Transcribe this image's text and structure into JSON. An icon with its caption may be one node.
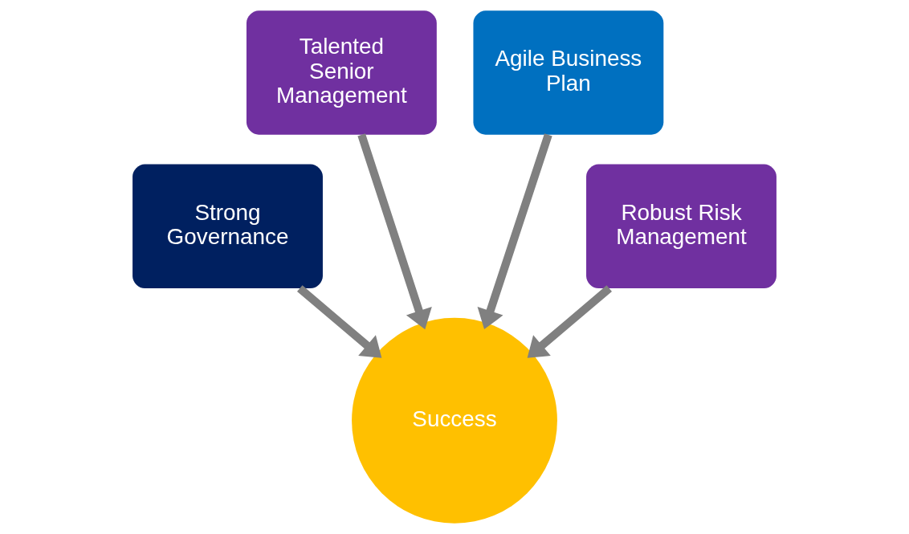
{
  "diagram": {
    "nodes": [
      {
        "text": [
          "Talented Senior Management"
        ]
      },
      {
        "text": [
          "Agile Business Plan"
        ]
      },
      {
        "text": [
          "Strong Governance"
        ]
      },
      {
        "text": [
          "Robust Risk Management"
        ]
      },
      {
        "text": [
          "Success"
        ]
      }
    ],
    "edges": [
      {
        "from": 0,
        "to": 4,
        "arrow": "to"
      },
      {
        "from": 1,
        "to": 4,
        "arrow": "to"
      },
      {
        "from": 2,
        "to": 4,
        "arrow": "to"
      },
      {
        "from": 3,
        "to": 4,
        "arrow": "to"
      }
    ]
  }
}
